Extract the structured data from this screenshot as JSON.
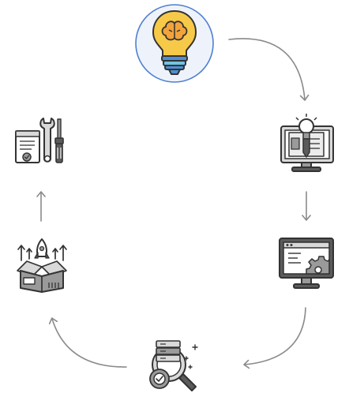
{
  "colors": {
    "outline": "#4a4a4a",
    "dark": "#5b5b5b",
    "mid": "#9a9a9a",
    "light": "#d9d9d9",
    "lighter": "#ececec",
    "white": "#ffffff",
    "bulb_yellow": "#f7c948",
    "bulb_orange": "#f2a33a",
    "bulb_blue": "#4f8fd4",
    "bulb_teal": "#74c3e3",
    "halo_border": "#4f7fd1",
    "halo_fill": "#eef3fb",
    "arrow": "#8a8a8a"
  },
  "cycle": {
    "steps": [
      {
        "id": "idea",
        "icon": "lightbulb-brain-icon"
      },
      {
        "id": "design",
        "icon": "monitor-blueprint-icon"
      },
      {
        "id": "develop",
        "icon": "monitor-gear-icon"
      },
      {
        "id": "test",
        "icon": "magnifier-gear-server-icon"
      },
      {
        "id": "launch",
        "icon": "box-rocket-icon"
      },
      {
        "id": "maintain",
        "icon": "document-tools-icon"
      }
    ]
  }
}
